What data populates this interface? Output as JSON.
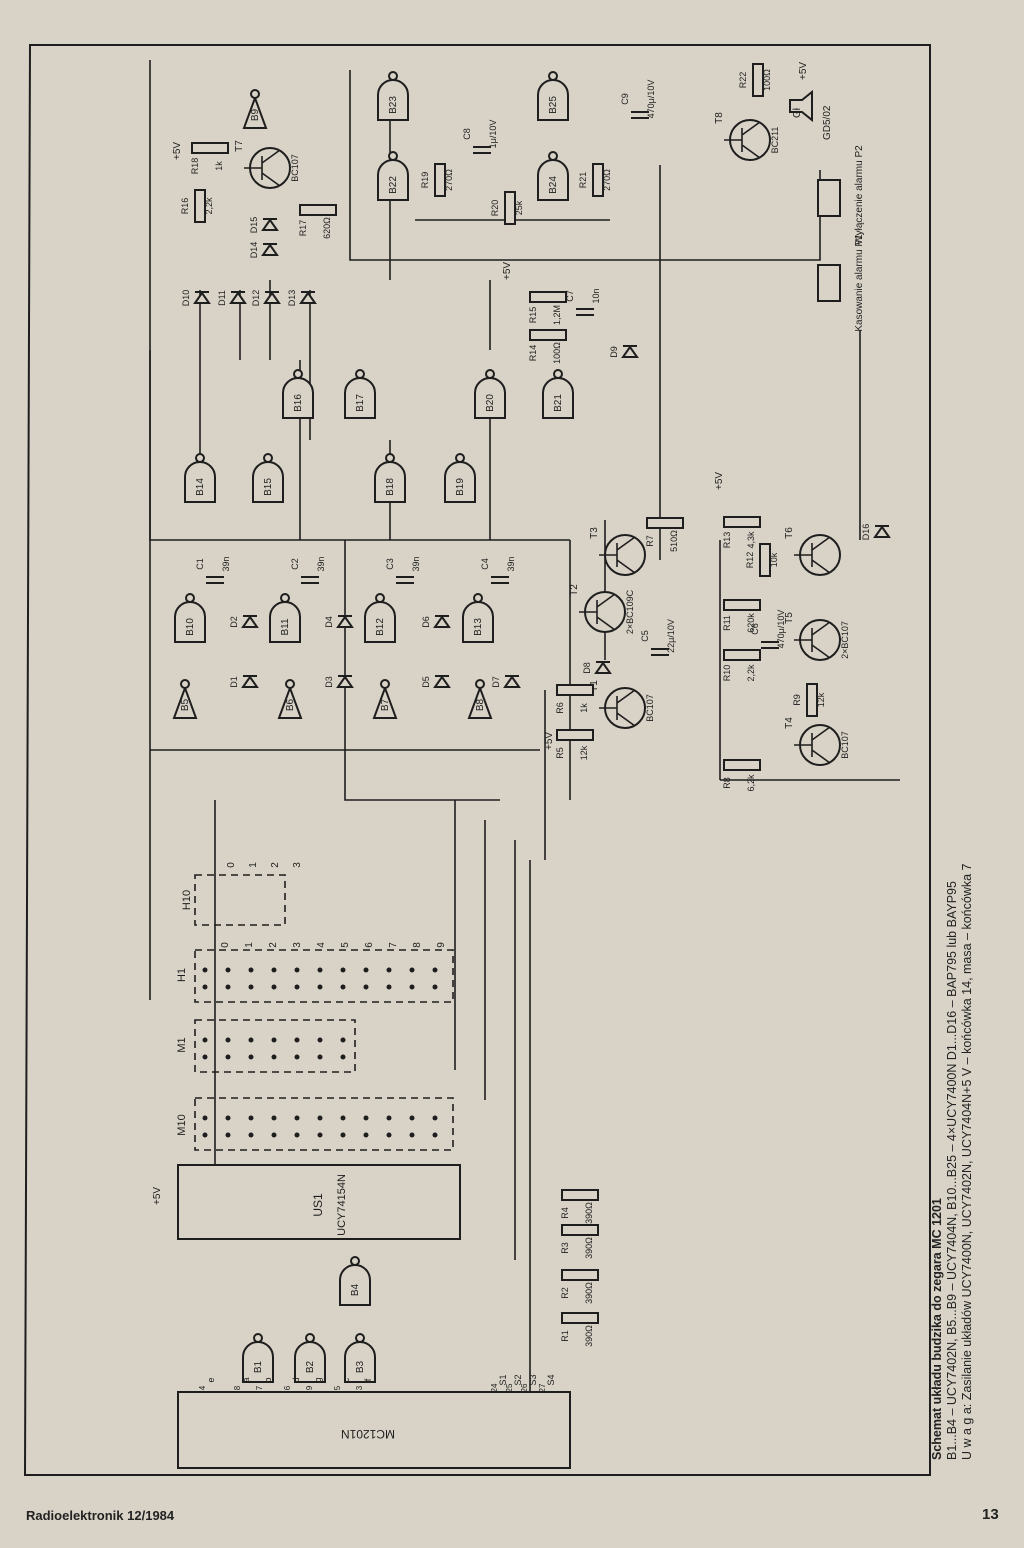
{
  "footer": {
    "publication": "Radioelektronik 12/1984",
    "page_number": "13"
  },
  "caption": {
    "title": "Schemat układu budzika do zegara MC 1201",
    "line1": "B1...B4 – UCY7402N, B5...B9 – UCY7404N, B10...B25 – 4×UCY7400N D1...D16 – BAP795 lub BAYP95",
    "line2": "U w a g a: Zasilanie układów UCY7400N, UCY7402N, UCY7404N+5 V – końcówka 14, masa – końcówka 7"
  },
  "chips": {
    "clock": "MC1201N",
    "decoder": "UCY74154N",
    "decoder_ref": "US1"
  },
  "gates": {
    "nor": [
      "B1",
      "B2",
      "B3",
      "B4"
    ],
    "inverters": [
      "B5",
      "B6",
      "B7",
      "B8",
      "B9"
    ],
    "nand": [
      "B10",
      "B11",
      "B12",
      "B13",
      "B14",
      "B15",
      "B16",
      "B17",
      "B18",
      "B19",
      "B20",
      "B21",
      "B22",
      "B23",
      "B24",
      "B25"
    ]
  },
  "transistors": [
    {
      "ref": "T1",
      "type": "BC107"
    },
    {
      "ref": "T2",
      "type": "2×BC109C"
    },
    {
      "ref": "T3",
      "type": ""
    },
    {
      "ref": "T4",
      "type": "BC107"
    },
    {
      "ref": "T5",
      "type": "2×BC107"
    },
    {
      "ref": "T6",
      "type": ""
    },
    {
      "ref": "T7",
      "type": "BC107"
    },
    {
      "ref": "T8",
      "type": "BC211"
    }
  ],
  "resistors": [
    {
      "ref": "R1",
      "value": "390Ω"
    },
    {
      "ref": "R2",
      "value": "390Ω"
    },
    {
      "ref": "R3",
      "value": "390Ω"
    },
    {
      "ref": "R4",
      "value": "390Ω"
    },
    {
      "ref": "R5",
      "value": "12k"
    },
    {
      "ref": "R6",
      "value": "1k"
    },
    {
      "ref": "R7",
      "value": "510Ω"
    },
    {
      "ref": "R8",
      "value": "6,2k"
    },
    {
      "ref": "R9",
      "value": "12k"
    },
    {
      "ref": "R10",
      "value": "2,2k"
    },
    {
      "ref": "R11",
      "value": "620k"
    },
    {
      "ref": "R12",
      "value": "10k"
    },
    {
      "ref": "R13",
      "value": "4,3k"
    },
    {
      "ref": "R14",
      "value": "100Ω"
    },
    {
      "ref": "R15",
      "value": "1,2M"
    },
    {
      "ref": "R16",
      "value": "2,2k"
    },
    {
      "ref": "R17",
      "value": "620Ω"
    },
    {
      "ref": "R18",
      "value": "1k"
    },
    {
      "ref": "R19",
      "value": "270Ω"
    },
    {
      "ref": "R20",
      "value": "25k"
    },
    {
      "ref": "R21",
      "value": "270Ω"
    },
    {
      "ref": "R22",
      "value": "100Ω"
    }
  ],
  "capacitors": [
    {
      "ref": "C1",
      "value": "39n"
    },
    {
      "ref": "C2",
      "value": "39n"
    },
    {
      "ref": "C3",
      "value": "39n"
    },
    {
      "ref": "C4",
      "value": "39n"
    },
    {
      "ref": "C5",
      "value": "22μ/10V"
    },
    {
      "ref": "C6",
      "value": "470μ/10V"
    },
    {
      "ref": "C7",
      "value": "10n"
    },
    {
      "ref": "C8",
      "value": "1μ/10V"
    },
    {
      "ref": "C9",
      "value": "470μ/10V"
    }
  ],
  "diode_refs": [
    "D1",
    "D2",
    "D3",
    "D4",
    "D5",
    "D6",
    "D7",
    "D8",
    "D9",
    "D10",
    "D11",
    "D12",
    "D13",
    "D14",
    "D15",
    "D16"
  ],
  "switches": [
    "H1",
    "H10",
    "M1",
    "M10"
  ],
  "digit_labels": [
    "0",
    "1",
    "2",
    "3",
    "4",
    "5",
    "6",
    "7",
    "8",
    "9"
  ],
  "button_p1": "Kasowanie alarmu P1",
  "button_p2": "Wyłączenie alarmu P2",
  "speaker": {
    "ref": "Gł",
    "type": "GD5/02"
  },
  "supply": "+5V",
  "mc_pins": [
    "e",
    "a",
    "b",
    "d",
    "g",
    "c",
    "f",
    "S1",
    "S2",
    "S3",
    "S4"
  ],
  "mc_pin_numbers": [
    "4",
    "8",
    "7",
    "6",
    "9",
    "5",
    "3",
    "24",
    "25",
    "26",
    "27"
  ]
}
